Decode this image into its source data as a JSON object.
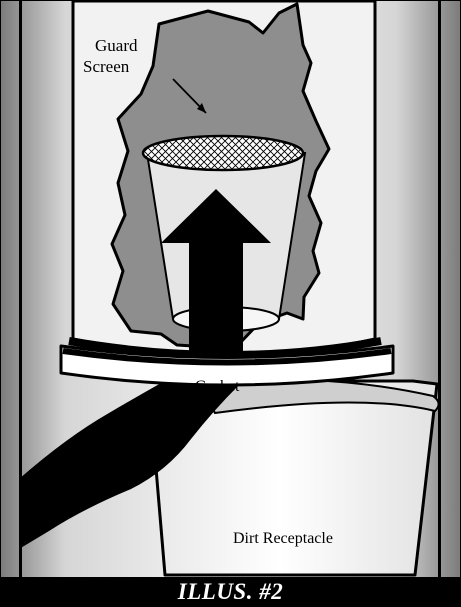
{
  "labels": {
    "guard_screen_line1": "Guard",
    "guard_screen_line2": "Screen",
    "gasket": "Gasket",
    "dirt_receptacle": "Dirt Receptacle"
  },
  "footer": {
    "title": "ILLUS. #2"
  },
  "colors": {
    "background_light": "#f4f4f4",
    "background_dark": "#8a8a8a",
    "cutout_gray": "#8f8f8f",
    "outline": "#000000"
  }
}
